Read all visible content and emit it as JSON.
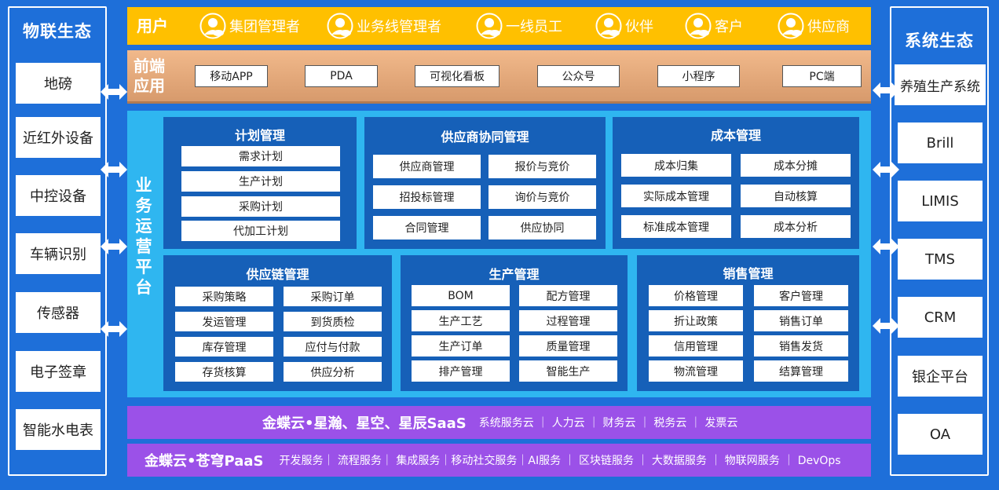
{
  "iot": {
    "title": "物联生态",
    "items": [
      "地磅",
      "近红外设备",
      "中控设备",
      "车辆识别",
      "传感器",
      "电子签章",
      "智能水电表"
    ]
  },
  "system_eco": {
    "title": "系统生态",
    "items": [
      "养殖生产系统",
      "Brill",
      "LIMIS",
      "TMS",
      "CRM",
      "银企平台",
      "OA"
    ]
  },
  "users": {
    "title": "用户",
    "items": [
      "集团管理者",
      "业务线管理者",
      "一线员工",
      "伙伴",
      "客户",
      "供应商"
    ]
  },
  "front": {
    "title_line1": "前端",
    "title_line2": "应用",
    "items": [
      "移动APP",
      "PDA",
      "可视化看板",
      "公众号",
      "小程序",
      "PC端"
    ]
  },
  "ops": {
    "title": "业务运营平台",
    "plan": {
      "title": "计划管理",
      "items": [
        "需求计划",
        "生产计划",
        "采购计划",
        "代加工计划"
      ]
    },
    "supplier": {
      "title": "供应商协同管理",
      "items": [
        "供应商管理",
        "报价与竞价",
        "招投标管理",
        "询价与竞价",
        "合同管理",
        "供应协同"
      ]
    },
    "cost": {
      "title": "成本管理",
      "items": [
        "成本归集",
        "成本分摊",
        "实际成本管理",
        "自动核算",
        "标准成本管理",
        "成本分析"
      ]
    },
    "chain": {
      "title": "供应链管理",
      "items": [
        "采购策略",
        "采购订单",
        "发运管理",
        "到货质检",
        "库存管理",
        "应付与付款",
        "存货核算",
        "供应分析"
      ]
    },
    "production": {
      "title": "生产管理",
      "items": [
        "BOM",
        "配方管理",
        "生产工艺",
        "过程管理",
        "生产订单",
        "质量管理",
        "排产管理",
        "智能生产"
      ]
    },
    "sales": {
      "title": "销售管理",
      "items": [
        "价格管理",
        "客户管理",
        "折让政策",
        "销售订单",
        "信用管理",
        "销售发货",
        "物流管理",
        "结算管理"
      ]
    }
  },
  "saas": {
    "title": "金蝶云•星瀚、星空、星辰SaaS",
    "items": "系统服务云 ｜ 人力云 ｜ 财务云 ｜ 税务云 ｜ 发票云"
  },
  "paas": {
    "title": "金蝶云•苍穹PaaS",
    "items": "开发服务｜ 流程服务｜ 集成服务｜移动社交服务｜AI服务 ｜ 区块链服务 ｜ 大数据服务 ｜ 物联网服务 ｜ DevOps"
  },
  "colors": {
    "background": "#1E6FD9",
    "user_bar": "#FFC000",
    "front_bar": "#E8AD7E",
    "ops_bg": "#2FB6F0",
    "panel": "#1660B8",
    "band": "#9B51E8"
  }
}
